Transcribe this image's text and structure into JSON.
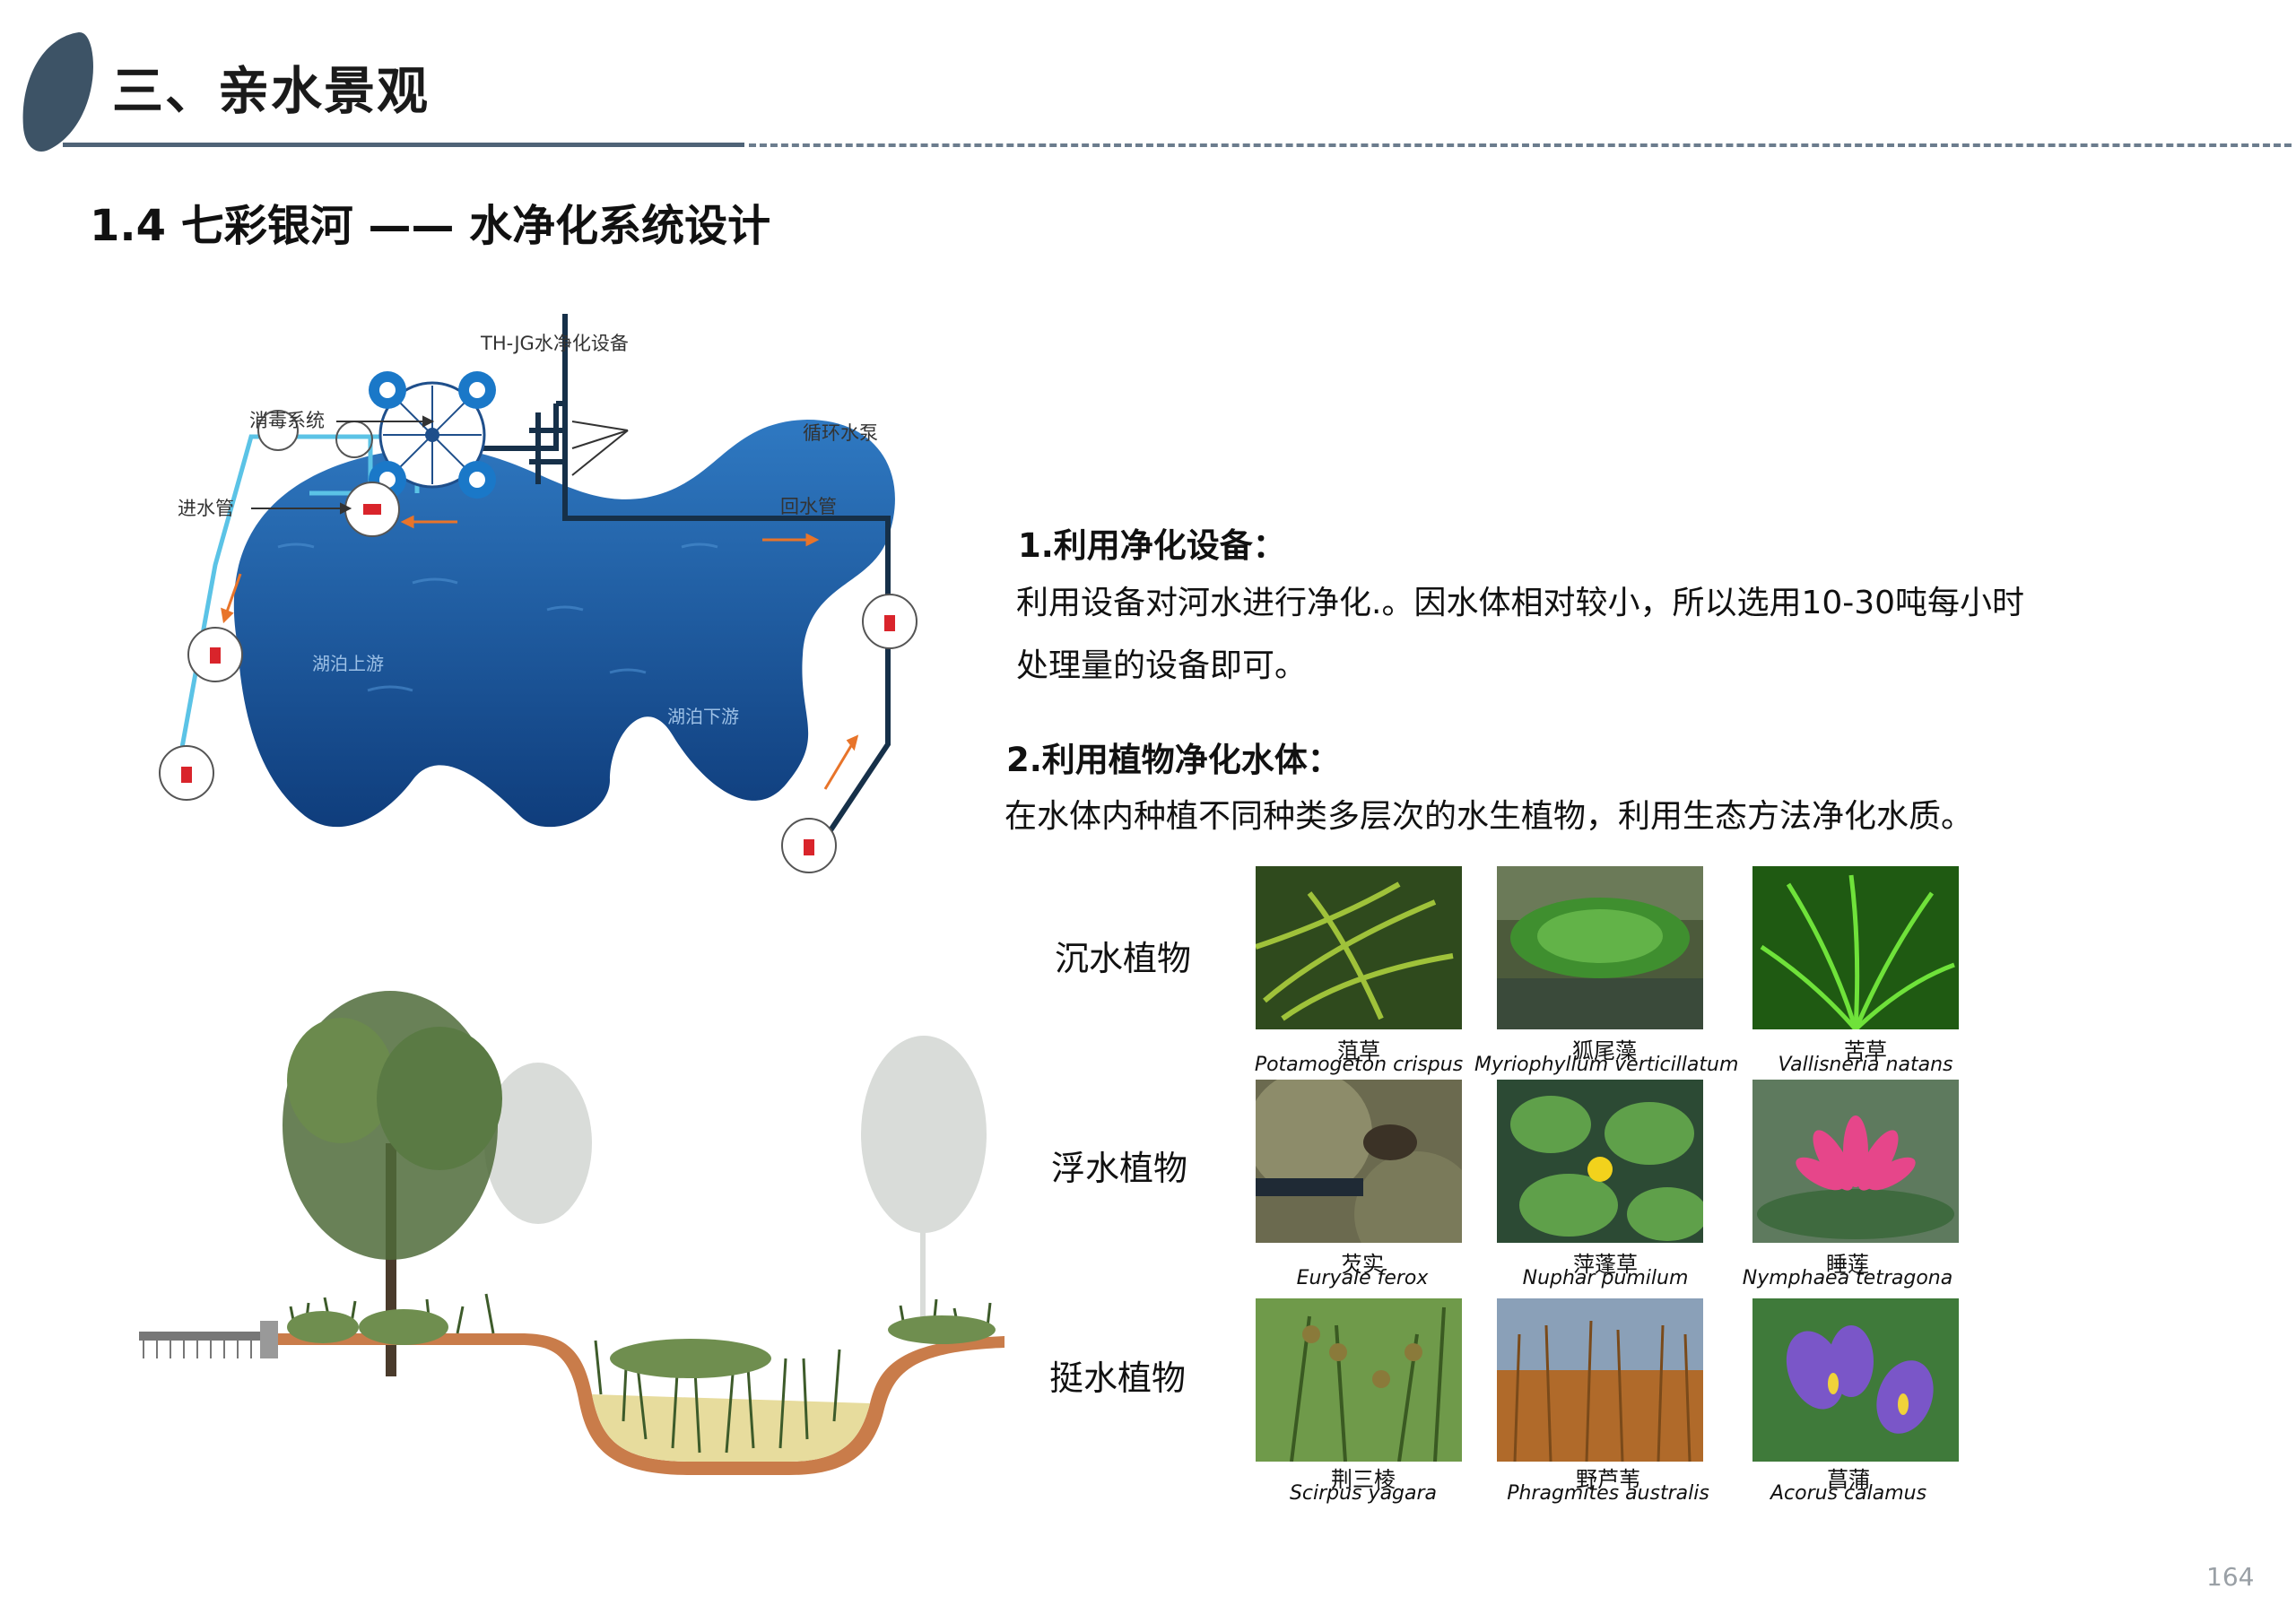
{
  "header": {
    "title": "三、亲水景观",
    "accent_color": "#3d5366"
  },
  "subtitle": "1.4 七彩银河 —— 水净化系统设计",
  "diagram": {
    "equipment": "TH-JG水净化设备",
    "disinfection": "消毒系统",
    "pump": "循环水泵",
    "inlet": "进水管",
    "return": "回水管",
    "upstream": "湖泊上游",
    "downstream": "湖泊下游",
    "pipe_color_inlet": "#5bc3e6",
    "pipe_color_return": "#163049",
    "lake_color": "#1e5aa0"
  },
  "section1": {
    "heading": "1.利用净化设备：",
    "text": "利用设备对河水进行净化.。因水体相对较小，所以选用10-30吨每小时处理量的设备即可。"
  },
  "section2": {
    "heading": "2.利用植物净化水体：",
    "text": "在水体内种植不同种类多层次的水生植物，利用生态方法净化水质。"
  },
  "plant_groups": [
    {
      "label": "沉水植物",
      "plants": [
        {
          "name": "菹草",
          "latin": "Potamogeton crispus"
        },
        {
          "name": "狐尾藻",
          "latin": "Myriophyllum verticillatum"
        },
        {
          "name": "苦草",
          "latin": "Vallisneria natans"
        }
      ]
    },
    {
      "label": "浮水植物",
      "plants": [
        {
          "name": "芡实",
          "latin": "Euryale ferox"
        },
        {
          "name": "萍蓬草",
          "latin": "Nuphar pumilum"
        },
        {
          "name": "睡莲",
          "latin": "Nymphaea tetragona"
        }
      ]
    },
    {
      "label": "挺水植物",
      "plants": [
        {
          "name": "荆三棱",
          "latin": "Scirpus yagara"
        },
        {
          "name": "野芦苇",
          "latin": "Phragmites australis"
        },
        {
          "name": "菖蒲",
          "latin": "Acorus calamus"
        }
      ]
    }
  ],
  "page_number": "164"
}
